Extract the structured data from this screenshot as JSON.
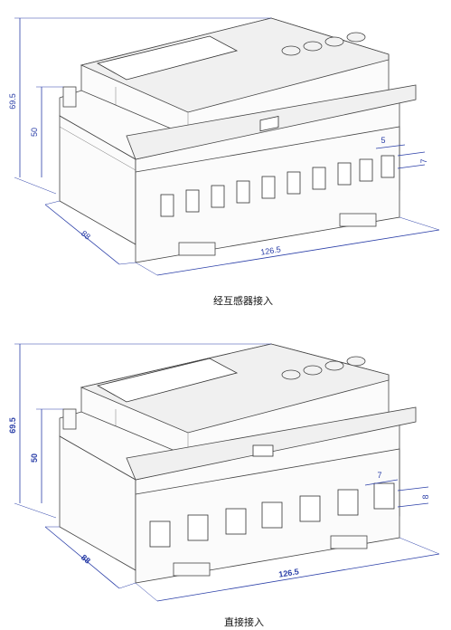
{
  "figures": [
    {
      "caption": "经互感器接入",
      "dims": {
        "height_total": "69.5",
        "height_body": "50",
        "depth": "88",
        "width": "126.5",
        "term_w": "5",
        "term_h": "7"
      }
    },
    {
      "caption": "直接接入",
      "dims": {
        "height_total": "69.5",
        "height_body": "50",
        "depth": "88",
        "width": "126.5",
        "term_w": "7",
        "term_h": "8"
      }
    }
  ],
  "colors": {
    "dimension": "#2b3fa8",
    "outline": "#444444"
  }
}
